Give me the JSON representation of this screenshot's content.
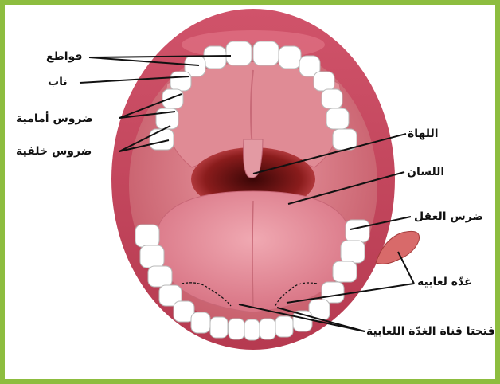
{
  "labels": {
    "incisors": "قواطع",
    "canine": "ناب",
    "premolars": "ضروس أمامية",
    "molars": "ضروس خلفية",
    "uvula": "اللهاة",
    "tongue": "اللسان",
    "wisdom_tooth": "ضرس العقل",
    "salivary_gland": "غدّة لعابية",
    "duct_openings": "فتحتا قناة الغدّة اللعابية"
  },
  "colors": {
    "frame": "#8dbd3f",
    "lips": "#c9465a",
    "inner_mouth": "#dd7f89",
    "tongue": "#e58a97",
    "throat": "#7a1a1a",
    "teeth": "#ffffff",
    "gland": "#d86a6a"
  }
}
